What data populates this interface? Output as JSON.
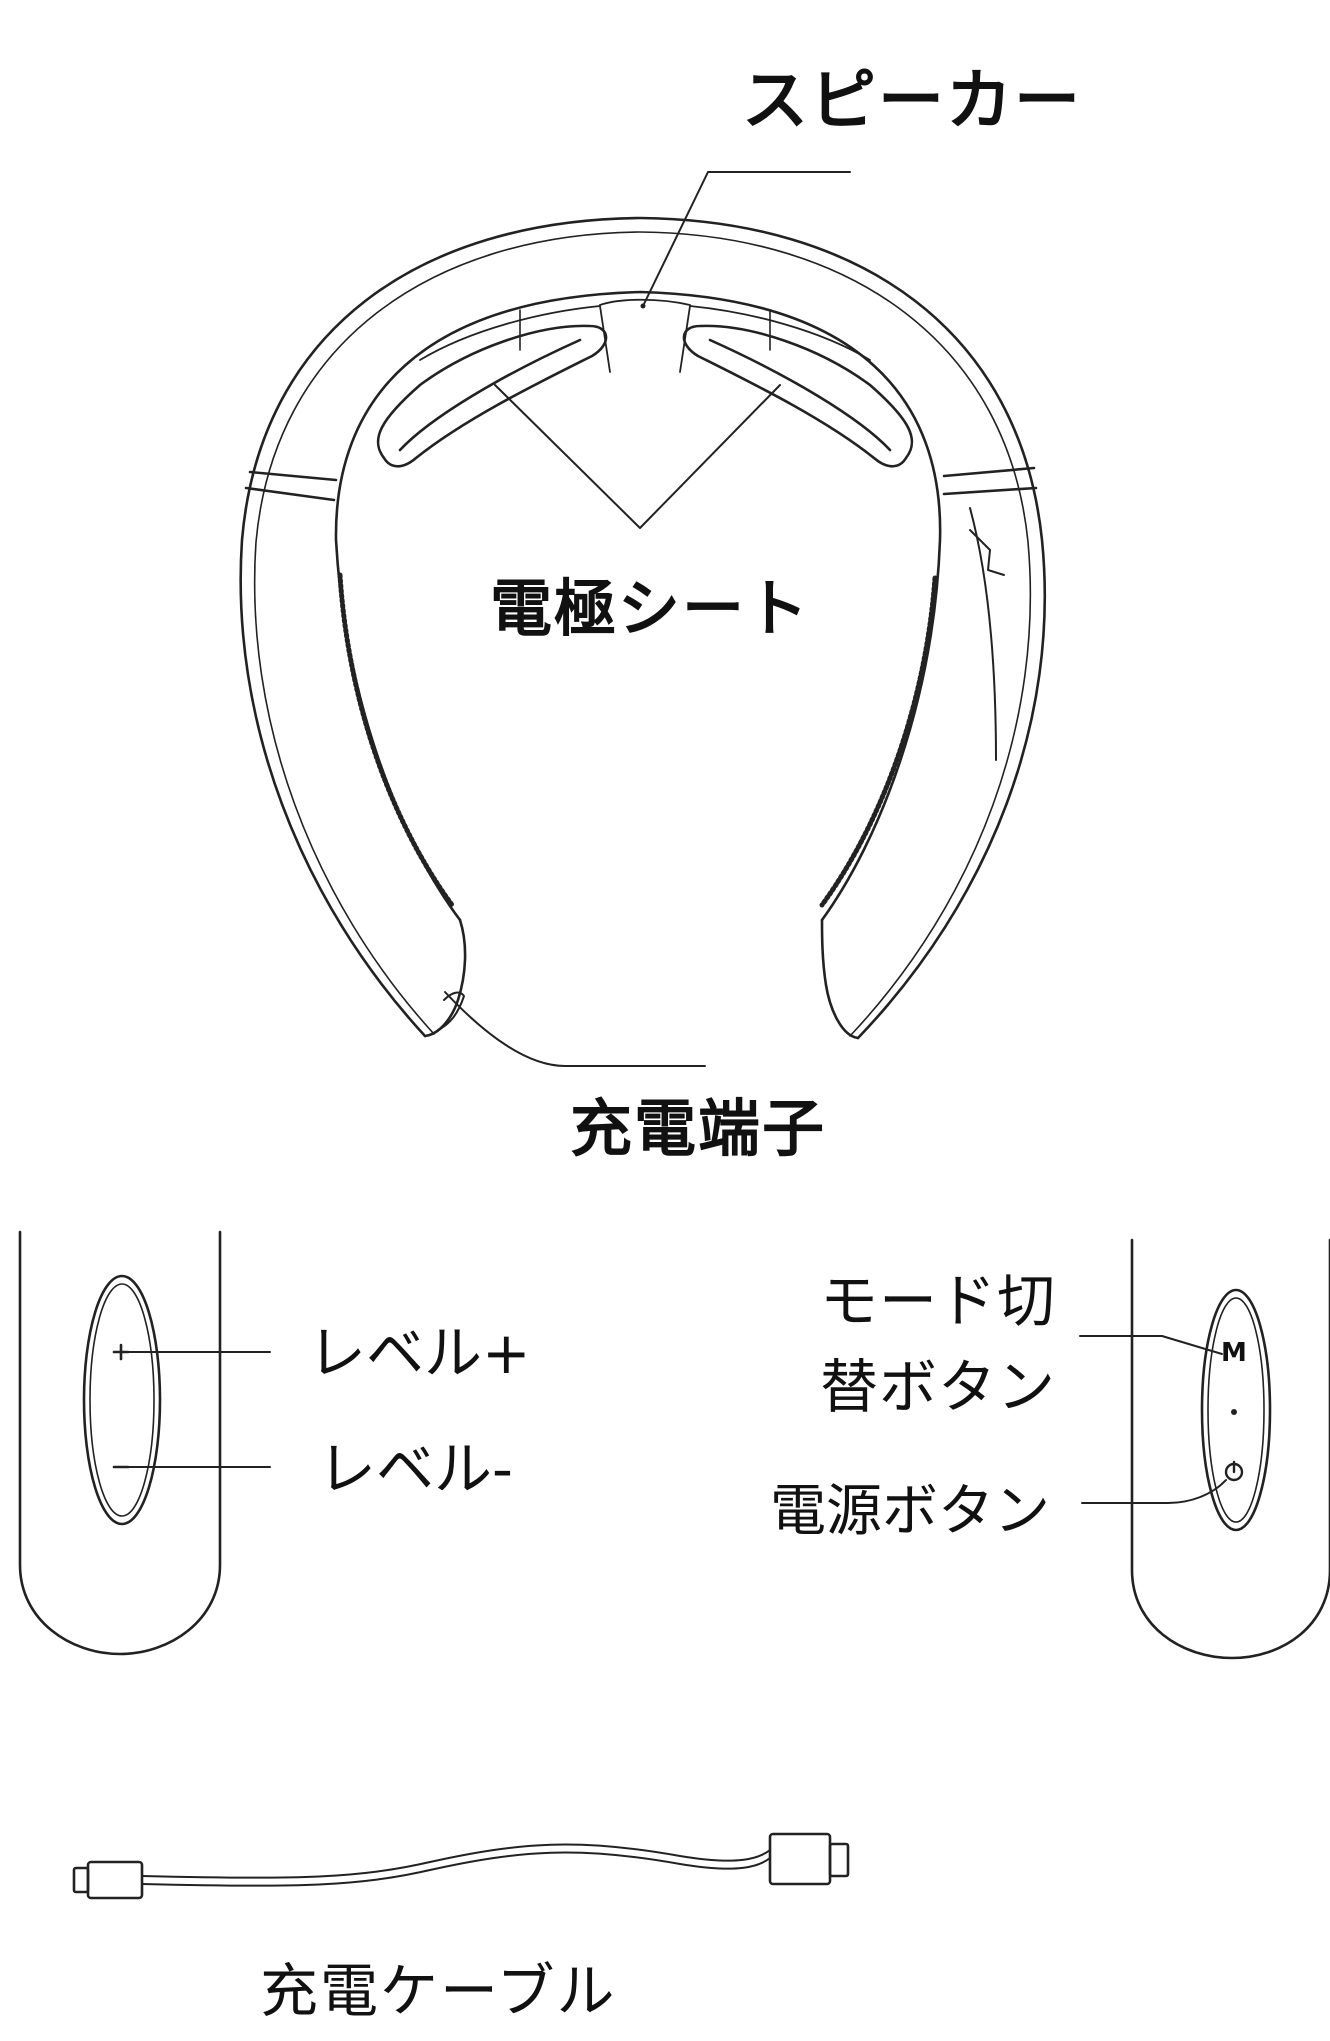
{
  "labels": {
    "speaker": "スピーカー",
    "electrode_sheet": "電極シート",
    "charging_port": "充電端子",
    "level_plus": "レベル+",
    "level_minus": "レベル-",
    "mode_switch_line1": "モード切",
    "mode_switch_line2": "替ボタン",
    "power_button": "電源ボタン",
    "charging_cable": "充電ケーブル"
  },
  "button_glyphs": {
    "plus": "+",
    "minus": "-",
    "mode": "M"
  }
}
